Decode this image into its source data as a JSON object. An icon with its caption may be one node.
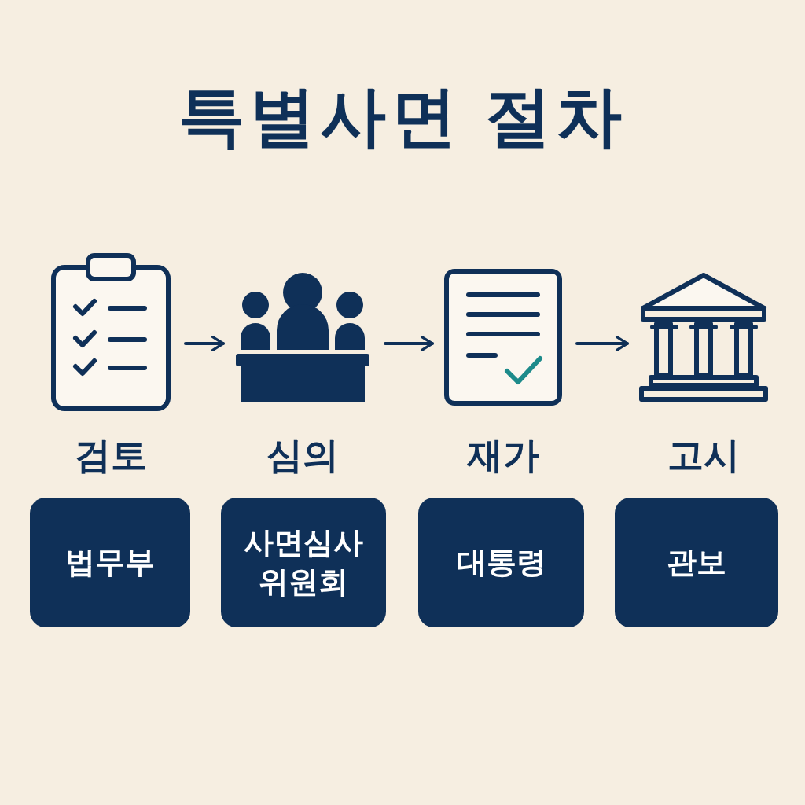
{
  "diagram": {
    "title": "특별사면 절차",
    "nodes": [
      {
        "text": [],
        "shape": "picture",
        "beside": [
          "검토"
        ]
      },
      {
        "text": [],
        "shape": "picture",
        "beside": [
          "심의"
        ]
      },
      {
        "text": [],
        "shape": "picture",
        "beside": [
          "재가"
        ]
      },
      {
        "text": [],
        "shape": "picture",
        "beside": [
          "고시"
        ]
      },
      {
        "text": [
          "법무부"
        ]
      },
      {
        "text": [
          "사면심사위원회"
        ]
      },
      {
        "text": [
          "대통령"
        ]
      },
      {
        "text": [
          "관보"
        ]
      }
    ],
    "edges": [
      {
        "from": 0,
        "to": 1,
        "arrow": "to"
      },
      {
        "from": 1,
        "to": 2,
        "arrow": "to"
      },
      {
        "from": 2,
        "to": 3,
        "arrow": "to"
      }
    ]
  }
}
